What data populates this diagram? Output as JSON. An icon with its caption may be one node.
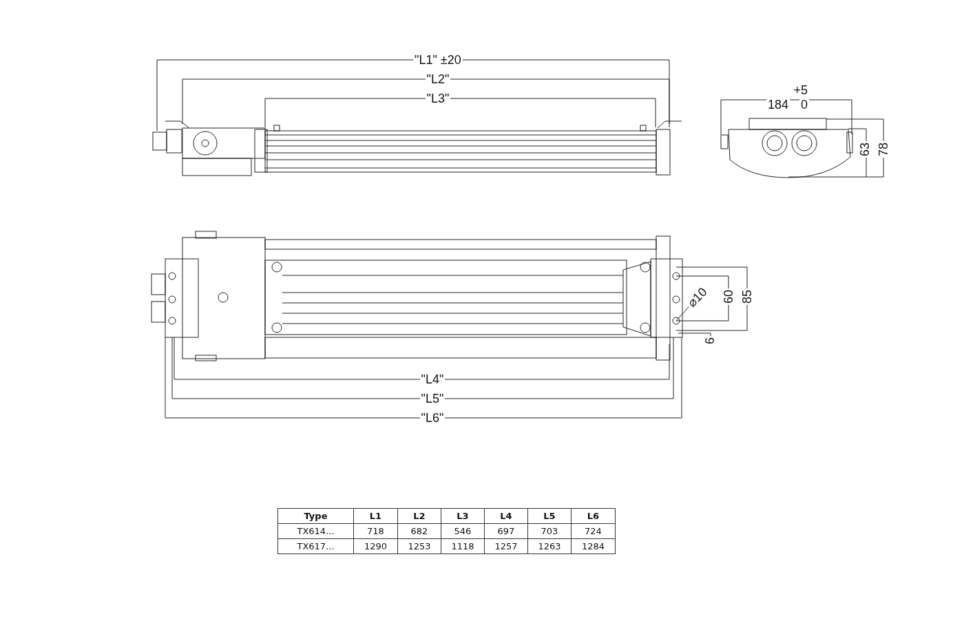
{
  "diagram": {
    "labels": [
      "\"L1\" ±20",
      "\"L2\"",
      "\"L3\"",
      "+5",
      "184",
      "0",
      "63",
      "78",
      "⌀10",
      "60",
      "85",
      "6",
      "\"L4\"",
      "\"L5\"",
      "\"L6\"",
      "Type",
      "L1",
      "L2",
      "L3",
      "L4",
      "L5",
      "L6",
      "TX614...",
      "718",
      "682",
      "546",
      "697",
      "703",
      "724",
      "TX617...",
      "1290",
      "1253",
      "1118",
      "1257",
      "1263",
      "1284"
    ]
  }
}
